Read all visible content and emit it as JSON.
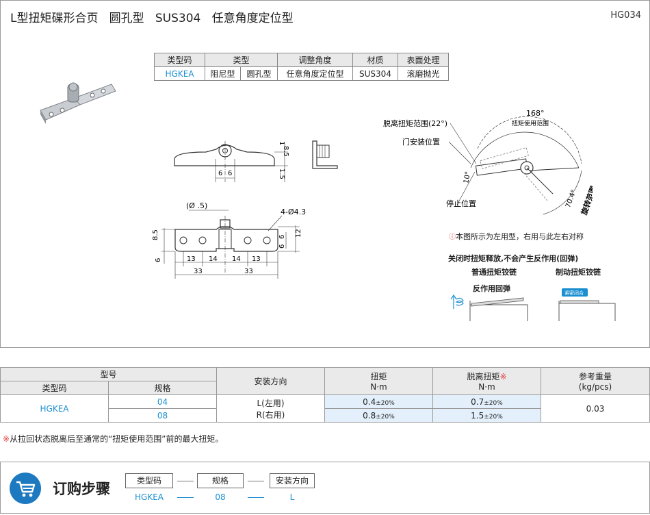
{
  "header": {
    "title": "L型扭矩碟形合页   圆孔型   SUS304   任意角度定位型",
    "code": "HG034"
  },
  "spec_table": {
    "headers": [
      "类型码",
      "类型",
      "调整角度",
      "材质",
      "表面处理"
    ],
    "row": [
      "HGKEA",
      "阻尼型",
      "圆孔型",
      "任意角度定位型",
      "SUS304",
      "滚磨抛光"
    ]
  },
  "drawing": {
    "dims": {
      "d1": "1",
      "d85a": "8.5",
      "d15": "1.5",
      "d6a": "6",
      "d6b": "6",
      "phi5": "(Ø  .5)",
      "holes": "4-Ø4.3",
      "d85b": "8.5",
      "d6c": "6",
      "d12": "12",
      "d6d": "6",
      "d6e": "6",
      "d13a": "13",
      "d14a": "14",
      "d14b": "14",
      "d13b": "13",
      "d33a": "33",
      "d33b": "33"
    },
    "angle": {
      "release_range": "脱离扭矩范围(22°)",
      "door_pos": "门安装位置",
      "stop_pos": "停止位置",
      "range168": "168°",
      "use_range": "扭矩使用范围",
      "a10": "10°",
      "a704": "70.4°",
      "rotate_range": "旋转范围"
    }
  },
  "notes": {
    "left_right": "本图所示为左用型，右用与此左右对称",
    "close_release": "关闭时扭矩释放,不会产生反作用(回弹)",
    "normal_hinge": "普通扭矩铰链",
    "brake_hinge": "制动扭矩铰链",
    "rebound": "反作用回弹",
    "soft_close": "紧密闭合"
  },
  "main_table": {
    "model": "型号",
    "type_code": "类型码",
    "spec": "规格",
    "install_dir": "安装方向",
    "torque": "扭矩",
    "torque_unit": "N·m",
    "release_torque": "脱离扭矩",
    "release_mark": "※",
    "release_unit": "N·m",
    "weight": "参考重量",
    "weight_unit": "(kg/pcs)",
    "code_val": "HGKEA",
    "specs": [
      "04",
      "08"
    ],
    "dir_l_code": "L",
    "dir_l_text": "(左用)",
    "dir_r_code": "R",
    "dir_r_text": "(右用)",
    "torque_vals": [
      "0.4",
      "0.8"
    ],
    "release_vals": [
      "0.7",
      "1.5"
    ],
    "tolerance": "±20%",
    "weight_val": "0.03"
  },
  "footnote": {
    "mark": "※",
    "text": "从拉回状态脱离后至通常的“扭矩使用范围”前的最大扭矩。"
  },
  "order": {
    "title": "订购步骤",
    "steps": [
      {
        "label": "类型码",
        "value": "HGKEA"
      },
      {
        "label": "规格",
        "value": "08"
      },
      {
        "label": "安装方向",
        "value": "L"
      }
    ]
  },
  "colors": {
    "accent_blue": "#1a8fd0",
    "cart_blue": "#1e7ac0",
    "highlight": "#e3f0fb",
    "red_mark": "#e23b3b"
  }
}
